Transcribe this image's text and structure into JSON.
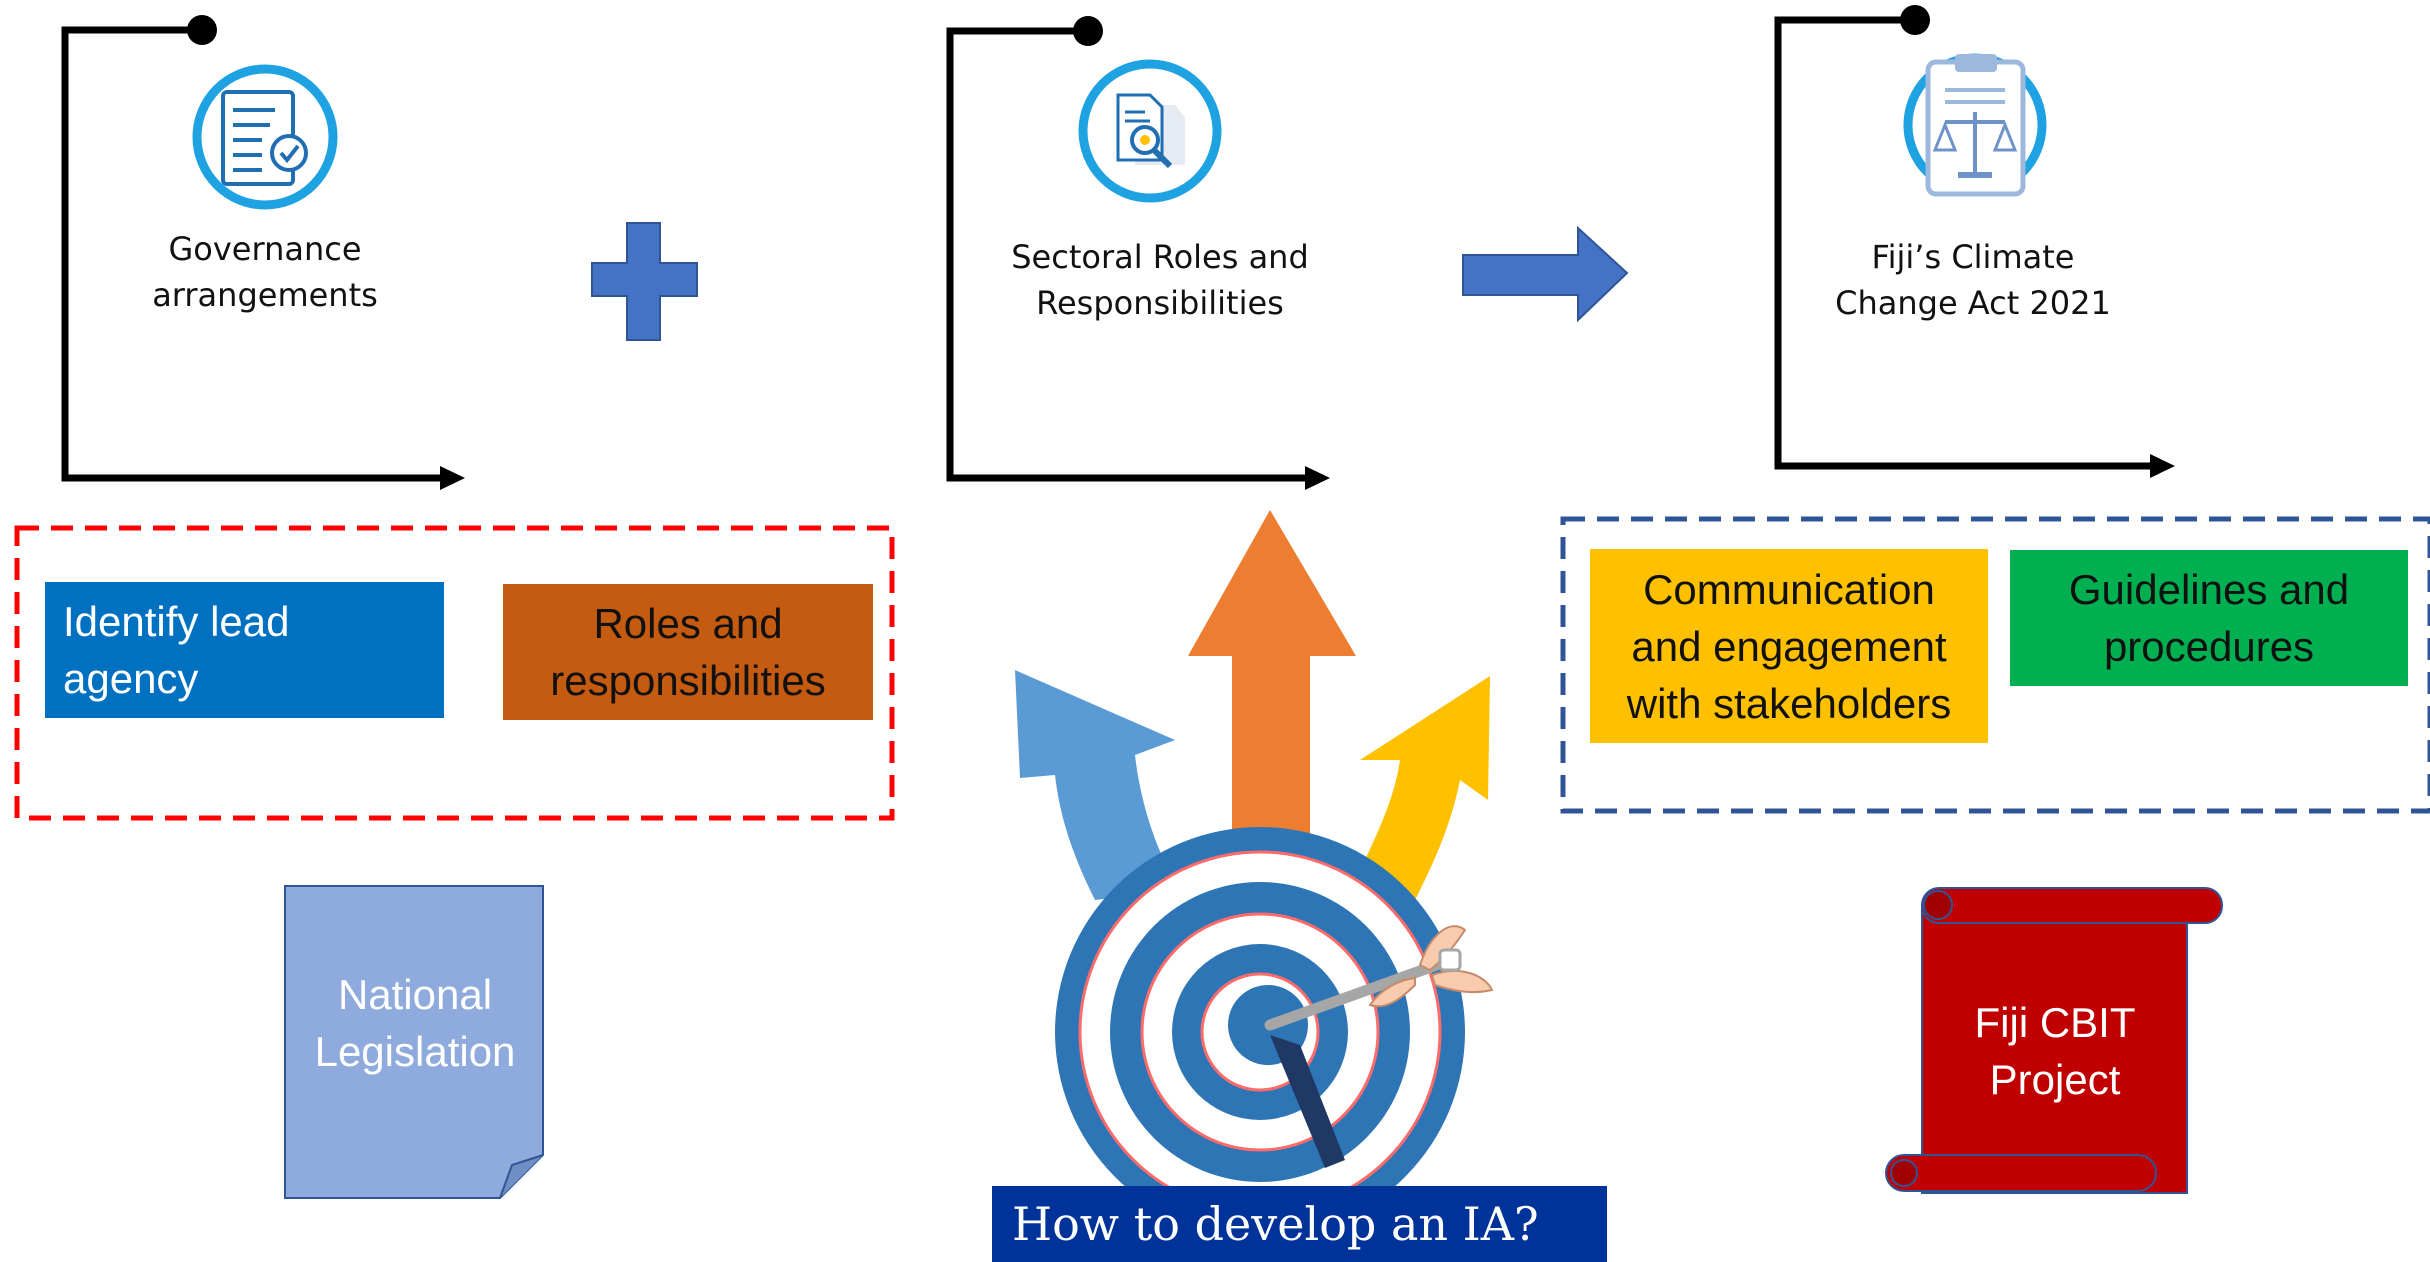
{
  "steps": [
    {
      "label": "Governance arrangements",
      "icon": "checklist-document-icon"
    },
    {
      "label": "Sectoral Roles and Responsibilities",
      "icon": "document-search-icon"
    },
    {
      "label": "Fiji’s Climate Change Act 2021",
      "icon": "law-scales-clipboard-icon"
    }
  ],
  "operators": {
    "plus": "plus-icon",
    "arrow": "right-arrow-icon"
  },
  "left_group": {
    "items": [
      {
        "label": "Identify lead agency",
        "color": "#0070C0"
      },
      {
        "label": "Roles and responsibilities",
        "color": "#C55A11"
      }
    ],
    "border_color": "#FF0000"
  },
  "right_group": {
    "items": [
      {
        "label": "Communication and engagement with stakeholders",
        "color": "#FFC000"
      },
      {
        "label": "Guidelines and procedures",
        "color": "#00B050"
      }
    ],
    "border_color": "#2F5597"
  },
  "national_legislation": {
    "label": "National Legislation",
    "color": "#8FAADC"
  },
  "cbit_project": {
    "label": "Fiji CBIT Project",
    "color": "#C00000"
  },
  "banner": {
    "label": "How to develop an IA?",
    "color": "#003399"
  },
  "graphic": {
    "icon": "target-arrows-icon",
    "arrow_colors": [
      "#5B9BD5",
      "#ED7D31",
      "#FFC000"
    ]
  }
}
